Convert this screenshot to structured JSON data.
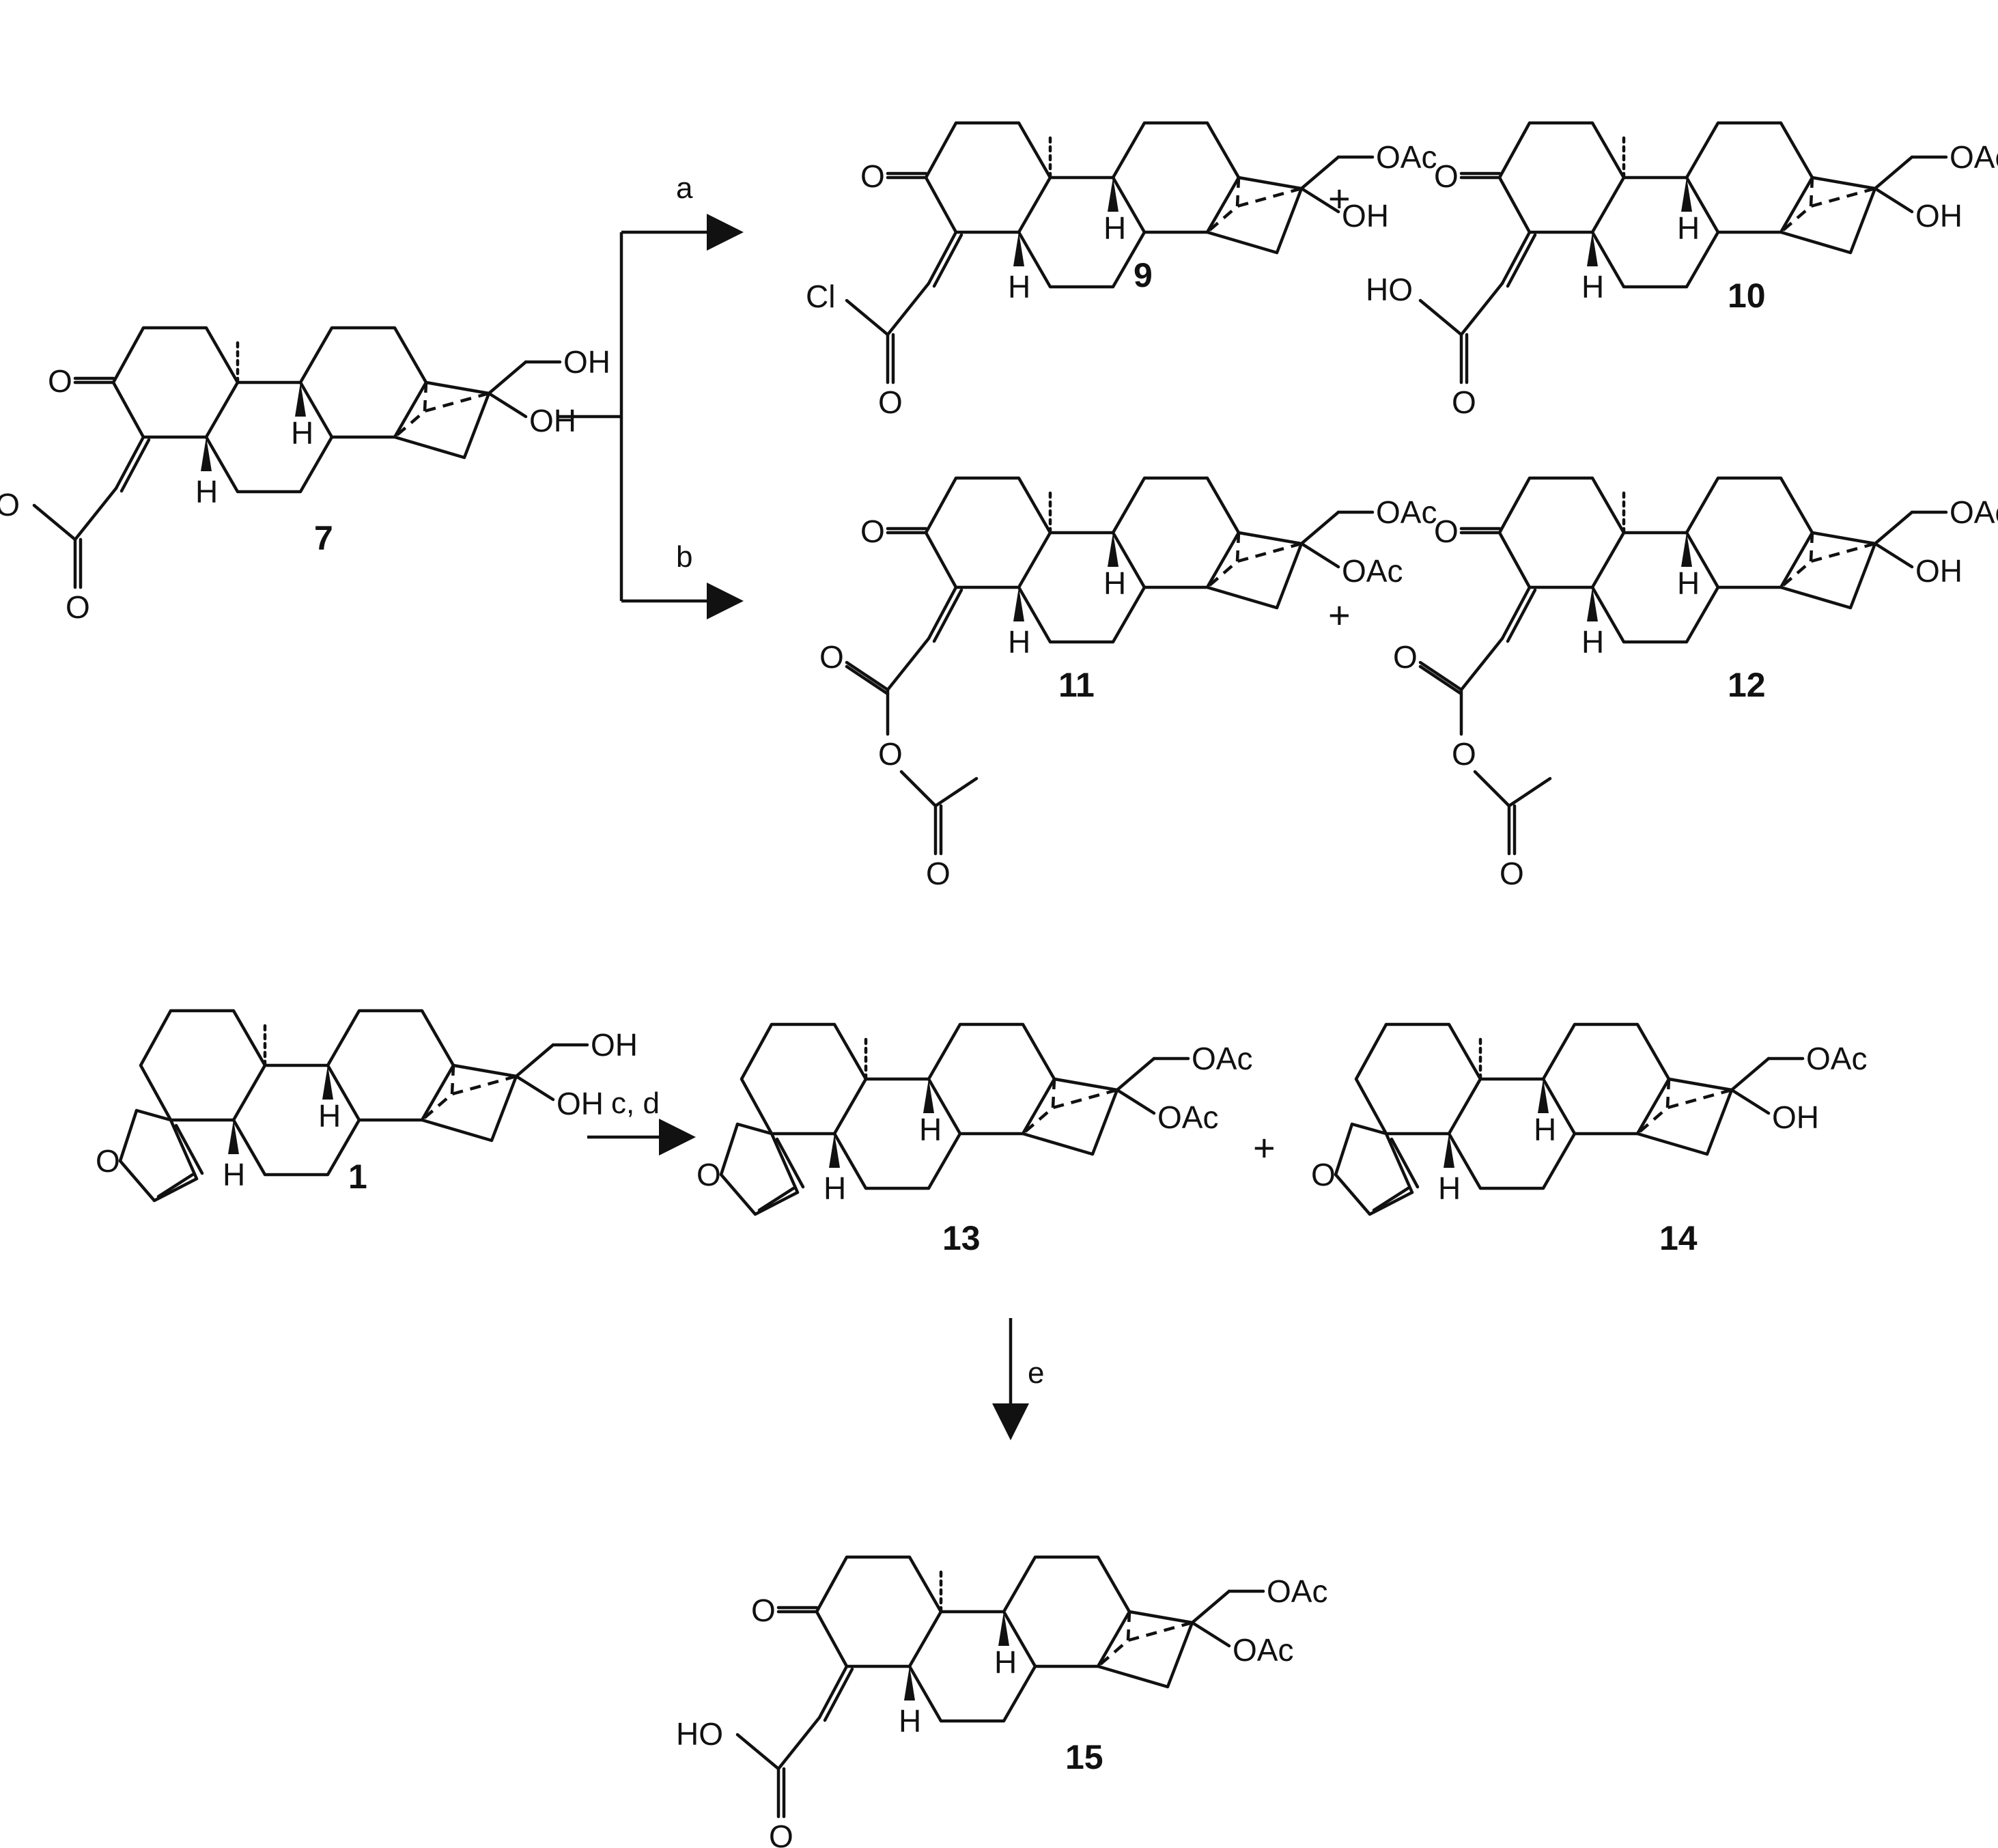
{
  "scheme": {
    "conditions": {
      "a": "a",
      "b": "b",
      "cd": "c, d",
      "e": "e"
    },
    "plus_sign": "+",
    "compounds": [
      {
        "id": "7",
        "label": "7",
        "c4_group": "acid",
        "c16": "OH",
        "c17": "OH",
        "ring_a": "enone"
      },
      {
        "id": "9",
        "label": "9",
        "c4_group": "acyl-chloride",
        "c16": "OH",
        "c17": "OAc",
        "ring_a": "enone"
      },
      {
        "id": "10",
        "label": "10",
        "c4_group": "acid",
        "c16": "OH",
        "c17": "OAc",
        "ring_a": "enone"
      },
      {
        "id": "11",
        "label": "11",
        "c4_group": "anhydride",
        "c16": "OAc",
        "c17": "OAc",
        "ring_a": "enone"
      },
      {
        "id": "12",
        "label": "12",
        "c4_group": "anhydride",
        "c16": "OH",
        "c17": "OAc",
        "ring_a": "enone"
      },
      {
        "id": "1",
        "label": "1",
        "c4_group": "none",
        "c16": "OH",
        "c17": "OH",
        "ring_a": "furan"
      },
      {
        "id": "13",
        "label": "13",
        "c4_group": "none",
        "c16": "OAc",
        "c17": "OAc",
        "ring_a": "furan"
      },
      {
        "id": "14",
        "label": "14",
        "c4_group": "none",
        "c16": "OH",
        "c17": "OAc",
        "ring_a": "furan"
      },
      {
        "id": "15",
        "label": "15",
        "c4_group": "acid",
        "c16": "OAc",
        "c17": "OAc",
        "ring_a": "enone"
      }
    ],
    "atoms": {
      "O": "O",
      "H": "H",
      "HO": "HO",
      "Cl": "Cl",
      "OH": "OH",
      "OAc": "OAc"
    }
  }
}
